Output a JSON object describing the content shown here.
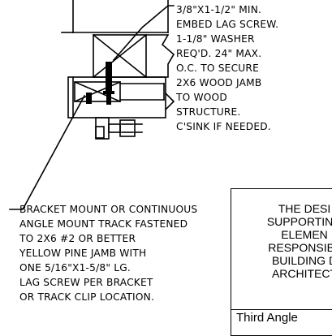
{
  "notes": {
    "right": {
      "lines": [
        "3/8\"x1-1/2\" MIN.",
        "EMBED LAG SCREW.",
        "1-1/8\" WASHER",
        "REQ'D. 24\" MAX.",
        "O.C. TO SECURE",
        "2x6 WOOD JAMB",
        "TO WOOD",
        "STRUCTURE.",
        "C'SINK IF NEEDED."
      ]
    },
    "left": {
      "lines": [
        "BRACKET MOUNT OR CONTINUOUS",
        "ANGLE MOUNT TRACK FASTENED",
        "TO 2x6 #2 OR BETTER",
        "YELLOW PINE JAMB WITH",
        "ONE 5/16\"x1-5/8\" LG.",
        "LAG SCREW PER BRACKET",
        "OR TRACK CLIP LOCATION."
      ]
    }
  },
  "spec_box": {
    "lines": [
      "THE DESI",
      "SUPPORTING",
      "ELEMEN",
      "RESPONSIBL",
      "BUILDING D",
      "ARCHITECT"
    ],
    "projection": "Third Angle"
  },
  "colors": {
    "ink": "#000000",
    "paper": "#ffffff"
  }
}
